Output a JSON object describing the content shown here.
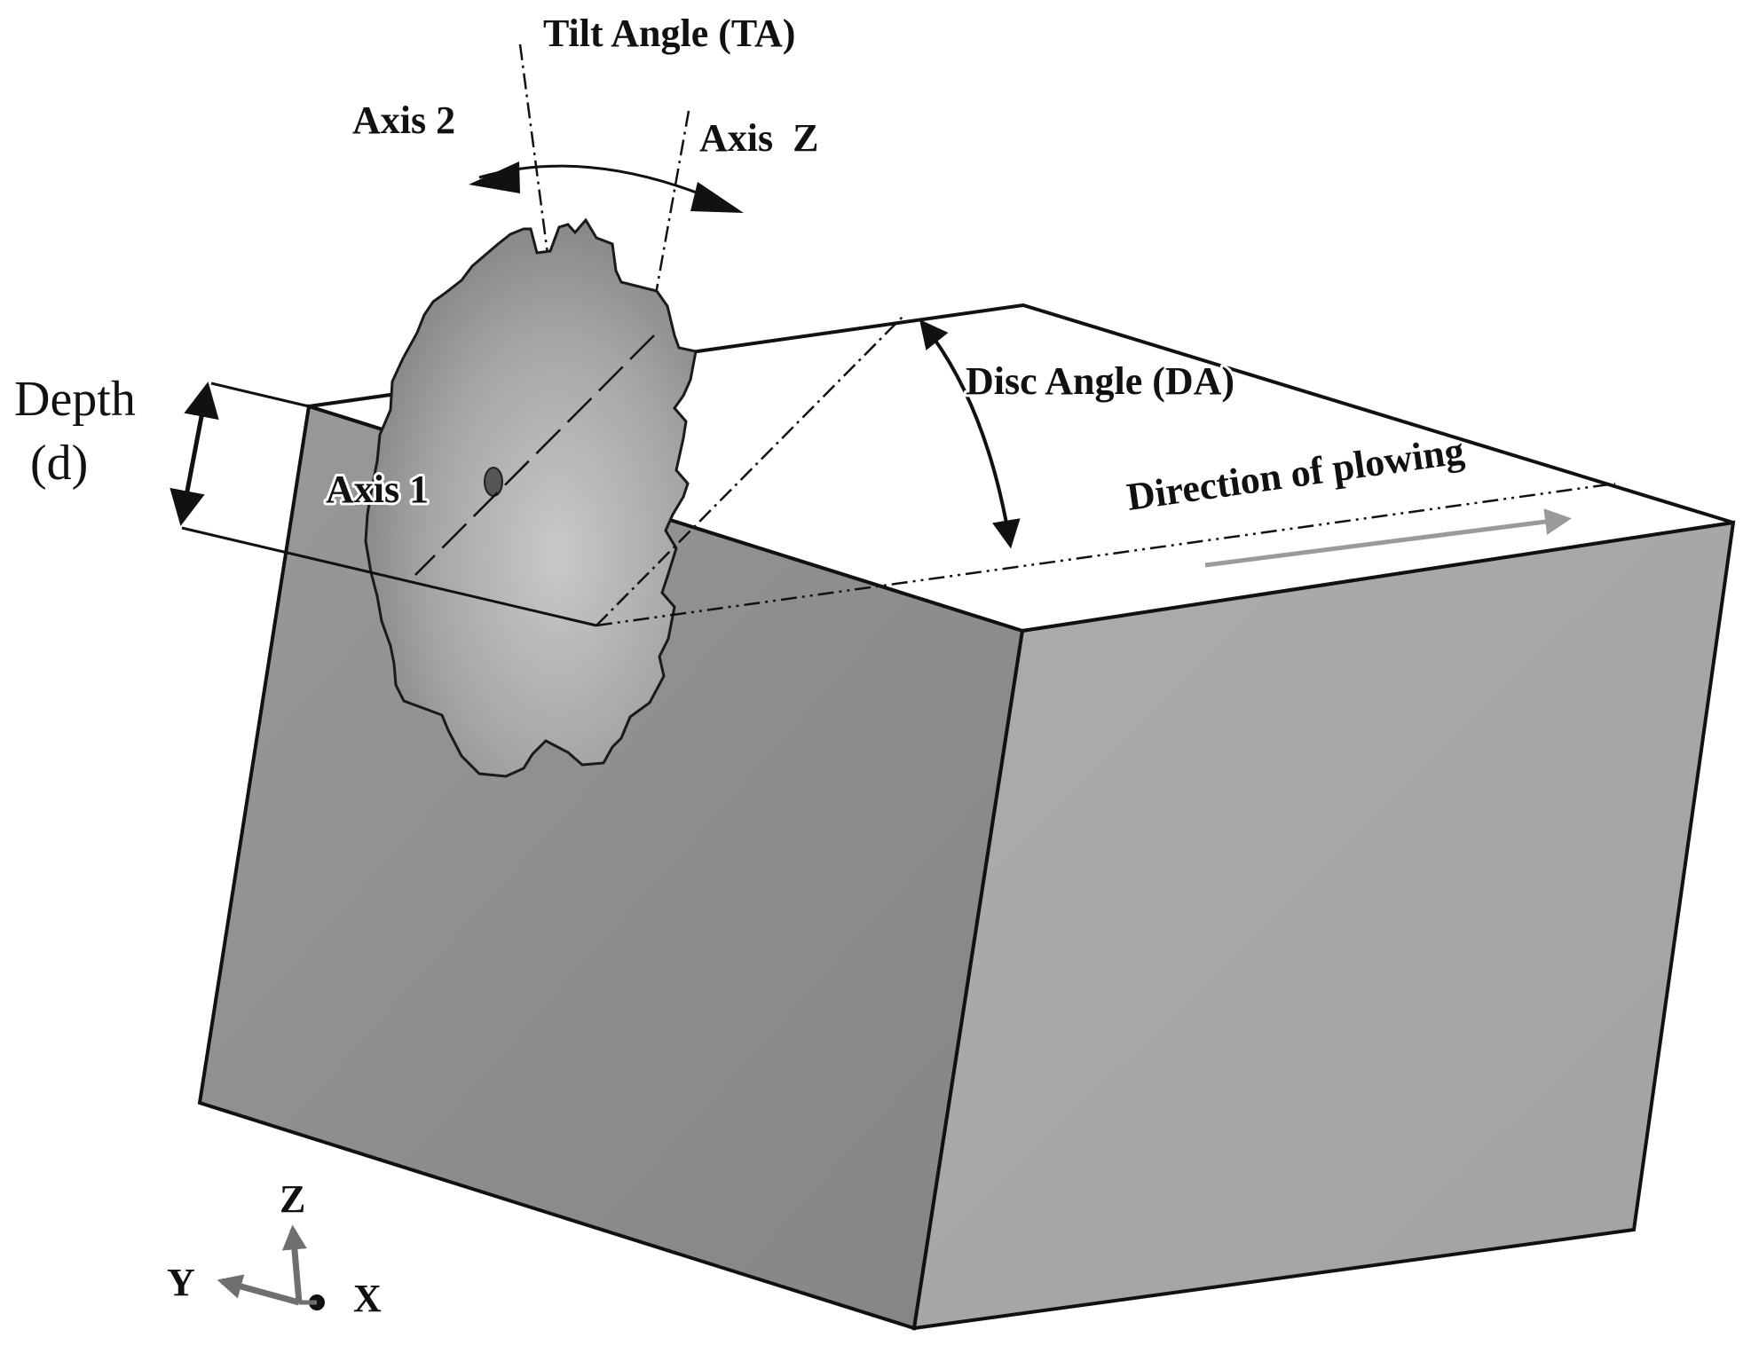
{
  "labels": {
    "tilt_angle": "Tilt Angle (TA)",
    "axis_2": "Axis 2",
    "axis_z": "Axis  Z",
    "depth_line1": "Depth",
    "depth_line2": "(d)",
    "axis_1": "Axis 1",
    "disc_angle": "Disc Angle (DA)",
    "direction": "Direction of plowing"
  },
  "triad": {
    "z": "Z",
    "y": "Y",
    "x": "X"
  },
  "colors": {
    "block_left_face": "#8d8d8d",
    "block_right_face": "#a9a9a9",
    "block_top_face": "#ffffff",
    "disc_fill": "#a4a4a4",
    "edge": "#111111",
    "direction_arrow": "#9a9a9a",
    "triad_axes": "#6f6f6f"
  },
  "icons": [
    "disc-blade-icon",
    "coordinate-triad-icon"
  ]
}
